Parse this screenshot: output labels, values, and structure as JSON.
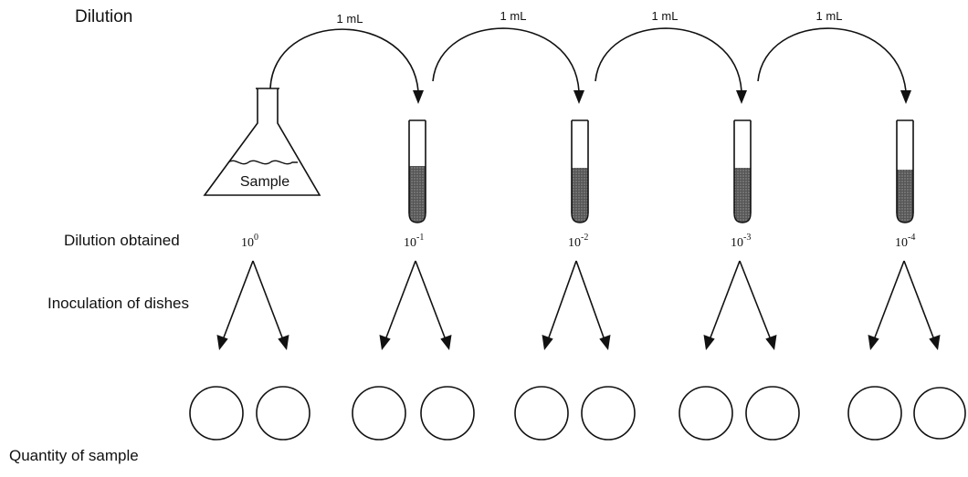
{
  "title": "Dilution",
  "transfers": [
    {
      "label": "1 mL"
    },
    {
      "label": "1 mL"
    },
    {
      "label": "1 mL"
    },
    {
      "label": "1 mL"
    }
  ],
  "flask_label": "Sample",
  "rows": {
    "dilution_obtained": "Dilution obtained",
    "inoculation": "Inoculation of dishes",
    "quantity": "Quantity of sample"
  },
  "dilutions": [
    {
      "base": "10",
      "exp": "0"
    },
    {
      "base": "10",
      "exp": "-1"
    },
    {
      "base": "10",
      "exp": "-2"
    },
    {
      "base": "10",
      "exp": "-3"
    },
    {
      "base": "10",
      "exp": "-4"
    }
  ]
}
